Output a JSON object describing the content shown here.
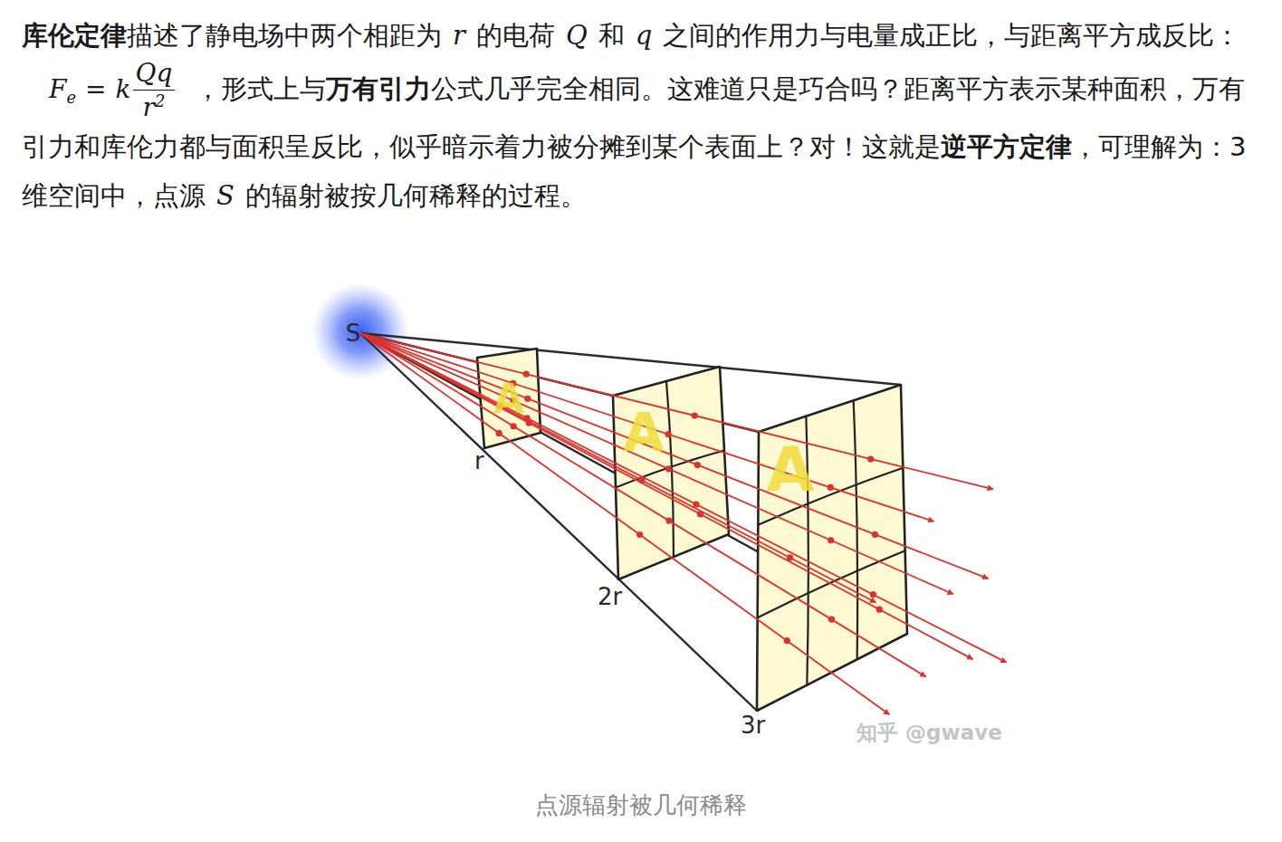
{
  "diagram": {
    "caption": "点源辐射被几何稀释",
    "nodes": [
      {
        "text": [
          "S"
        ]
      },
      {
        "text": [
          "A"
        ]
      },
      {
        "text": [
          "A"
        ]
      },
      {
        "text": [
          "A"
        ]
      }
    ],
    "labels": [
      "库伦定律",
      "描述了静电场中两个相距为",
      "r",
      "的电荷",
      "Q",
      "和",
      "q",
      "之间的作用力与电量成正比，与距离平方成反比：",
      "F",
      "e",
      "=",
      "k",
      "Qq",
      "r",
      "2",
      "，形式上与",
      "万有引力",
      "公式几乎完全相同。这难道只是巧合吗？距离平方表示某种面积，万有引力和库伦力都与面积呈反比，似乎暗示着力被分摊到某个表面上？对！这就是",
      "逆平方定律",
      "，可理解为：3维空间中，点源",
      "S",
      "的辐射被按几何稀释的过程。",
      "r",
      "2r",
      "3r",
      "知乎 @gwave"
    ]
  }
}
